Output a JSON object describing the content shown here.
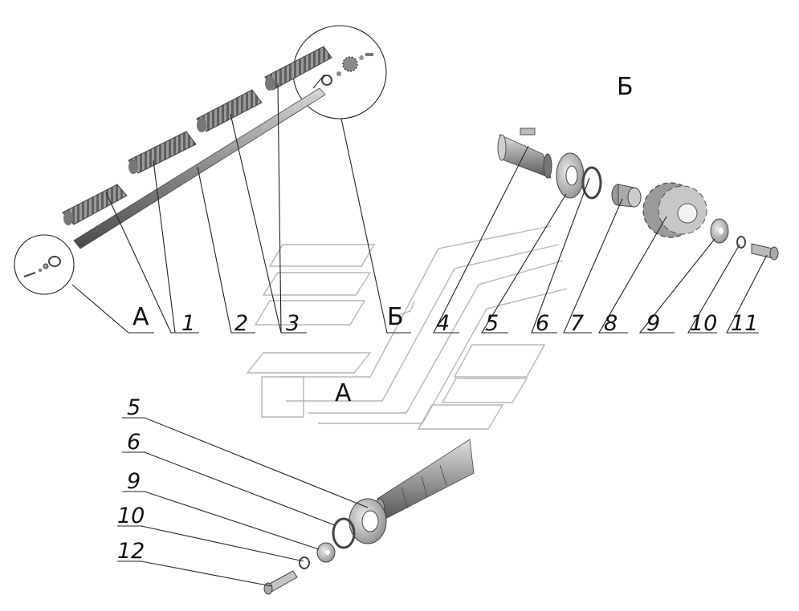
{
  "drawing": {
    "view_labels": {
      "view_b": "Б",
      "view_a": "А"
    },
    "callouts_top": [
      {
        "id": "callout-a",
        "text": "А"
      },
      {
        "id": "callout-1",
        "text": "1"
      },
      {
        "id": "callout-2",
        "text": "2"
      },
      {
        "id": "callout-3",
        "text": "3"
      },
      {
        "id": "callout-b",
        "text": "Б"
      },
      {
        "id": "callout-4",
        "text": "4"
      },
      {
        "id": "callout-5",
        "text": "5"
      },
      {
        "id": "callout-6",
        "text": "6"
      },
      {
        "id": "callout-7",
        "text": "7"
      },
      {
        "id": "callout-8",
        "text": "8"
      },
      {
        "id": "callout-9",
        "text": "9"
      },
      {
        "id": "callout-10",
        "text": "10"
      },
      {
        "id": "callout-11",
        "text": "11"
      }
    ],
    "callouts_bottom": [
      {
        "id": "callout-a5",
        "text": "5"
      },
      {
        "id": "callout-a6",
        "text": "6"
      },
      {
        "id": "callout-a9",
        "text": "9"
      },
      {
        "id": "callout-a10",
        "text": "10"
      },
      {
        "id": "callout-a12",
        "text": "12"
      }
    ],
    "colors": {
      "line": "#222222",
      "part_gray": "#9a9a9a",
      "watermark": "#b7b7b7"
    }
  }
}
